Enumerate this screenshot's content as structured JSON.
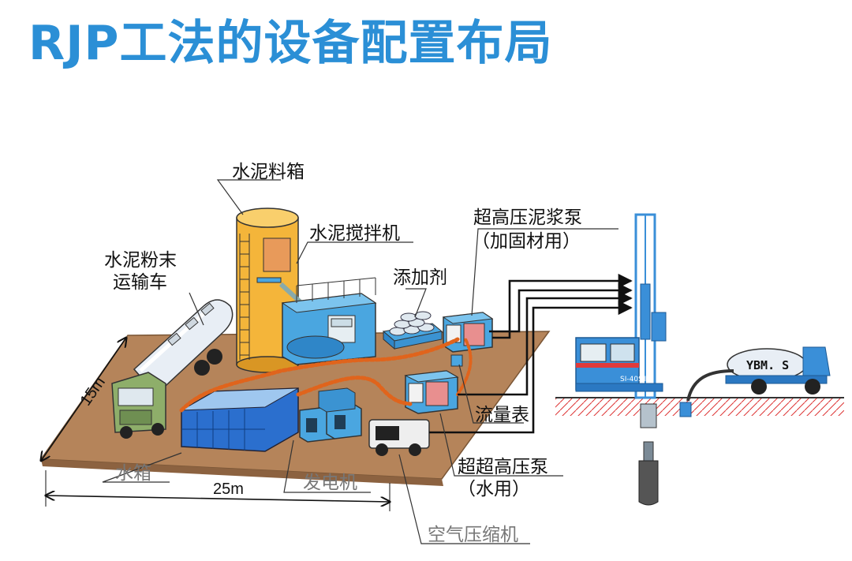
{
  "title": "RJP工法的设备配置布局",
  "labels": {
    "cement_silo": "水泥料箱",
    "cement_mixer": "水泥搅拌机",
    "cement_truck_line1": "水泥粉末",
    "cement_truck_line2": "运输车",
    "additive": "添加剂",
    "mud_pump_line1": "超高压泥浆泵",
    "mud_pump_line2": "（加固材用）",
    "flow_meter": "流量表",
    "water_pump_line1": "超超高压泵",
    "water_pump_line2": "（水用）",
    "water_tank": "水箱",
    "generator": "发电机",
    "air_compressor": "空气压缩机"
  },
  "dimensions": {
    "width": "15m",
    "length": "25m"
  },
  "truck_text": "YBM. S",
  "rig_text": "SI-40SⅢ",
  "colors": {
    "title": "#2b8fd6",
    "ground": "#b5845a",
    "silo": "#f4b53a",
    "water_tank": "#2b6fce",
    "machine": "#4aa6e0",
    "rig": "#3a8fd8",
    "truck_green": "#8eae6a",
    "hose": "#e0641c"
  }
}
